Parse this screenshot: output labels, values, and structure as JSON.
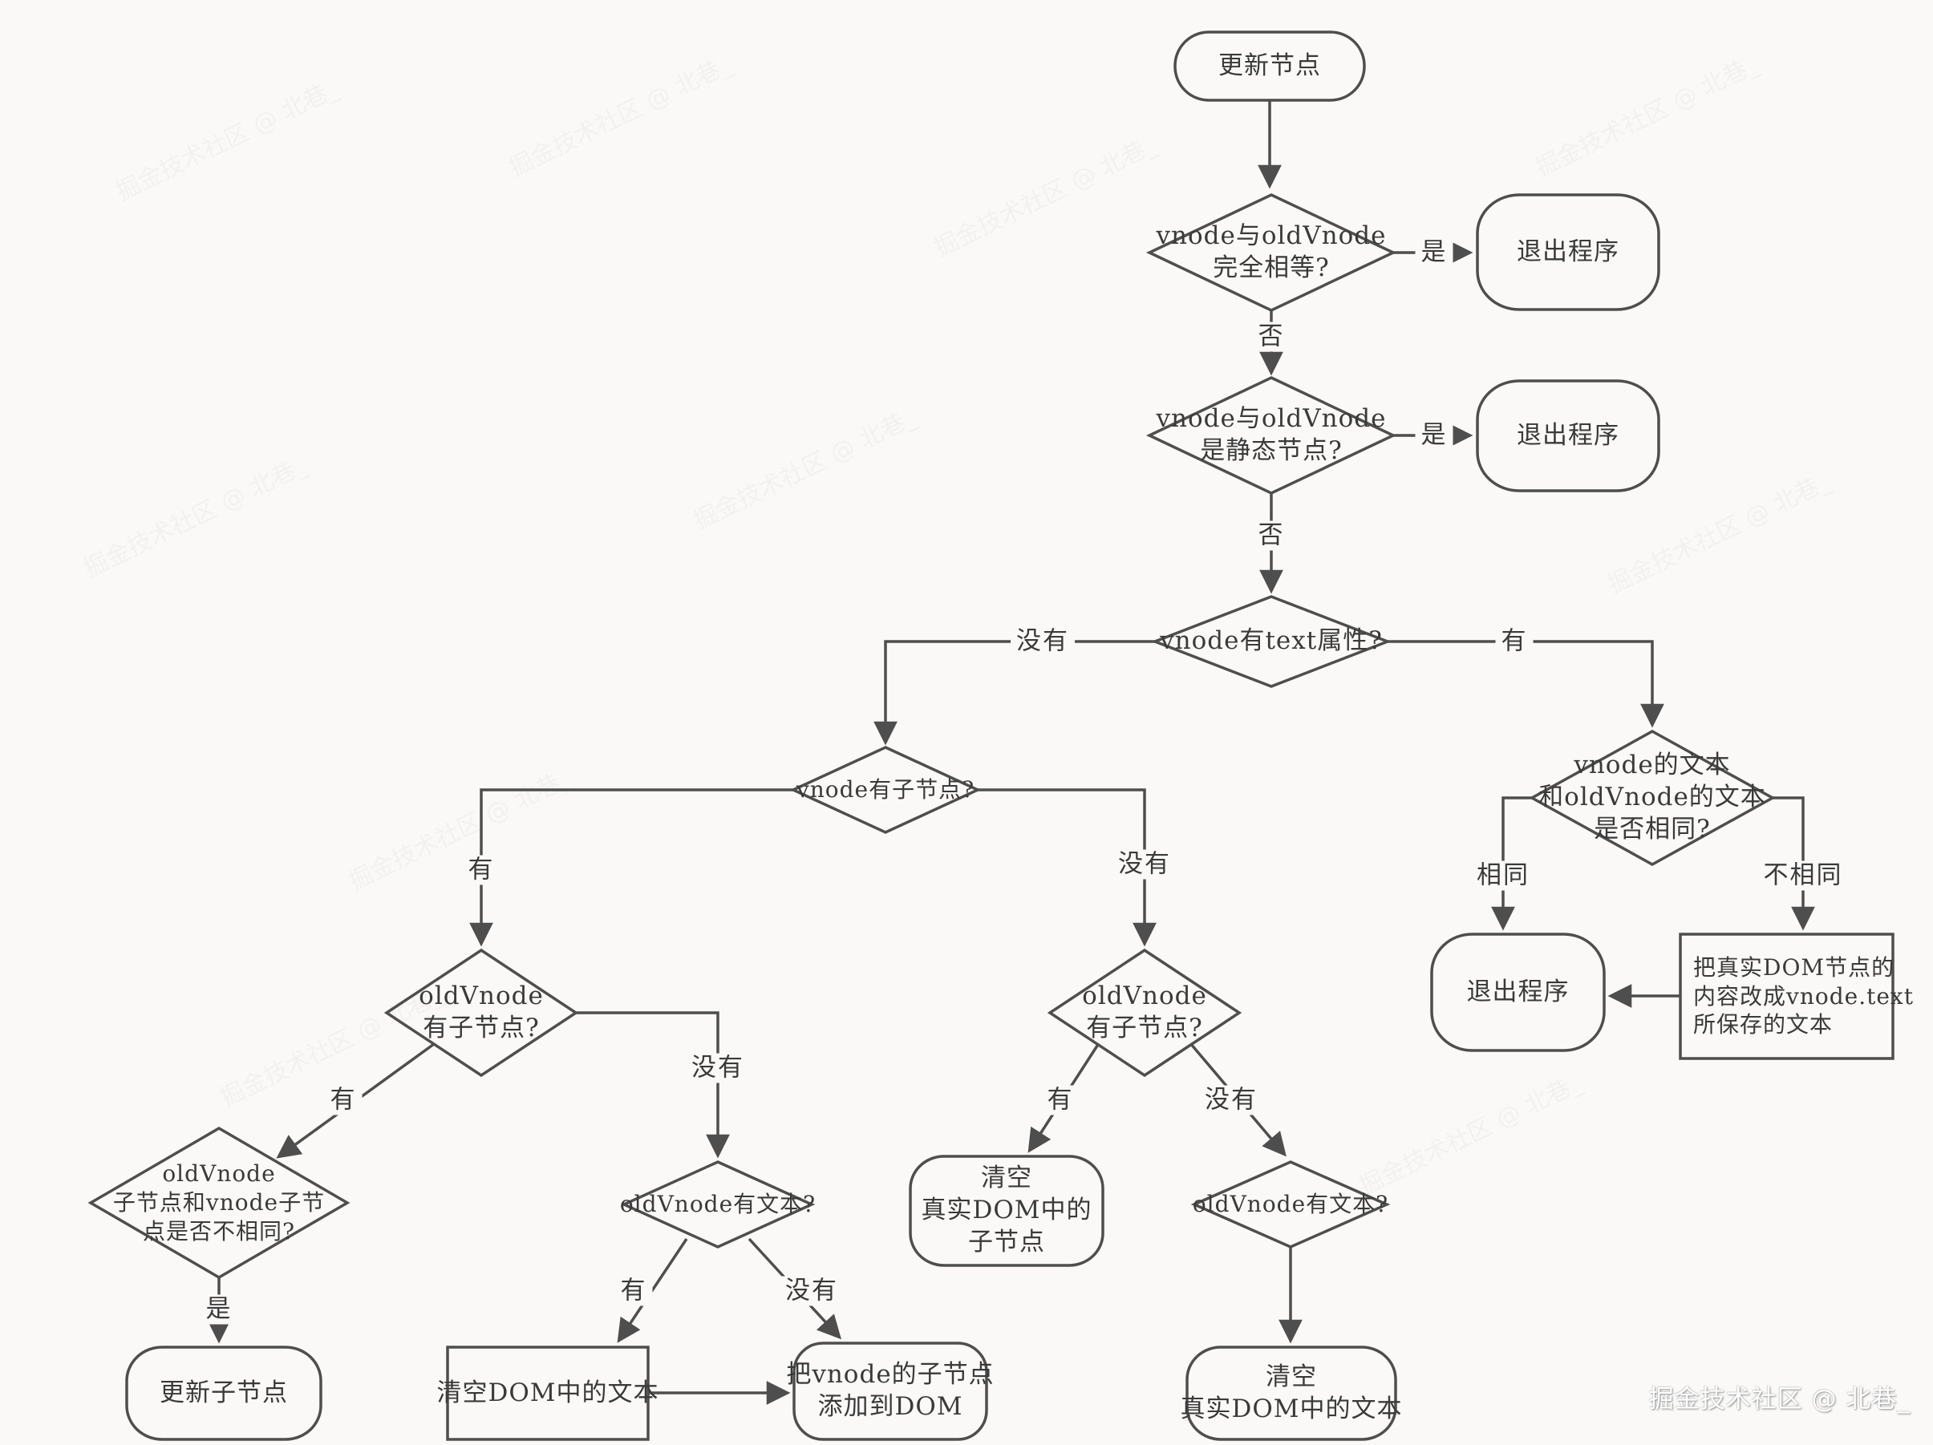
{
  "nodes": {
    "start": {
      "text": "更新节点"
    },
    "d_equal": {
      "line1": "vnode与oldVnode",
      "line2": "完全相等?"
    },
    "exit1": {
      "text": "退出程序"
    },
    "d_static": {
      "line1": "vnode与oldVnode",
      "line2": "是静态节点?"
    },
    "exit2": {
      "text": "退出程序"
    },
    "d_has_text": {
      "text": "vnode有text属性?"
    },
    "d_vnode_children": {
      "text": "vnode有子节点?"
    },
    "d_old_children_left": {
      "line1": "oldVnode",
      "line2": "有子节点?"
    },
    "d_old_children_right": {
      "line1": "oldVnode",
      "line2": "有子节点?"
    },
    "d_children_diff": {
      "line1": "oldVnode",
      "line2": "子节点和vnode子节",
      "line3": "点是否不相同?"
    },
    "update_children": {
      "text": "更新子节点"
    },
    "d_old_text_left": {
      "text": "oldVnode有文本?"
    },
    "clear_dom_text": {
      "text": "清空DOM中的文本"
    },
    "add_children": {
      "line1": "把vnode的子节点",
      "line2": "添加到DOM"
    },
    "clear_real_children": {
      "line1": "清空",
      "line2": "真实DOM中的",
      "line3": "子节点"
    },
    "d_old_text_right": {
      "text": "oldVnode有文本?"
    },
    "clear_real_text": {
      "line1": "清空",
      "line2": "真实DOM中的文本"
    },
    "d_text_same": {
      "line1": "vnode的文本",
      "line2": "和oldVnode的文本",
      "line3": "是否相同?"
    },
    "exit3": {
      "text": "退出程序"
    },
    "set_dom_text": {
      "line1": "把真实DOM节点的",
      "line2": "内容改成vnode.text",
      "line3": "所保存的文本"
    }
  },
  "edge_labels": {
    "yes1": "是",
    "no1": "否",
    "yes2": "是",
    "no2": "否",
    "no_d3": "没有",
    "yes_d3": "有",
    "yes_d4": "有",
    "no_d4": "没有",
    "yes_d5": "有",
    "no_d5": "没有",
    "yes_d7": "是",
    "yes_d8": "有",
    "no_d8": "没有",
    "yes_d6": "有",
    "no_d6": "没有",
    "same": "相同",
    "not_same": "不相同"
  },
  "watermark": {
    "corner": "掘金技术社区 @ 北巷_",
    "faint": "掘金技术社区 @ 北巷_"
  },
  "colors": {
    "stroke": "#4e4e4e",
    "text": "#3a3a3a",
    "background": "#faf9f7"
  }
}
